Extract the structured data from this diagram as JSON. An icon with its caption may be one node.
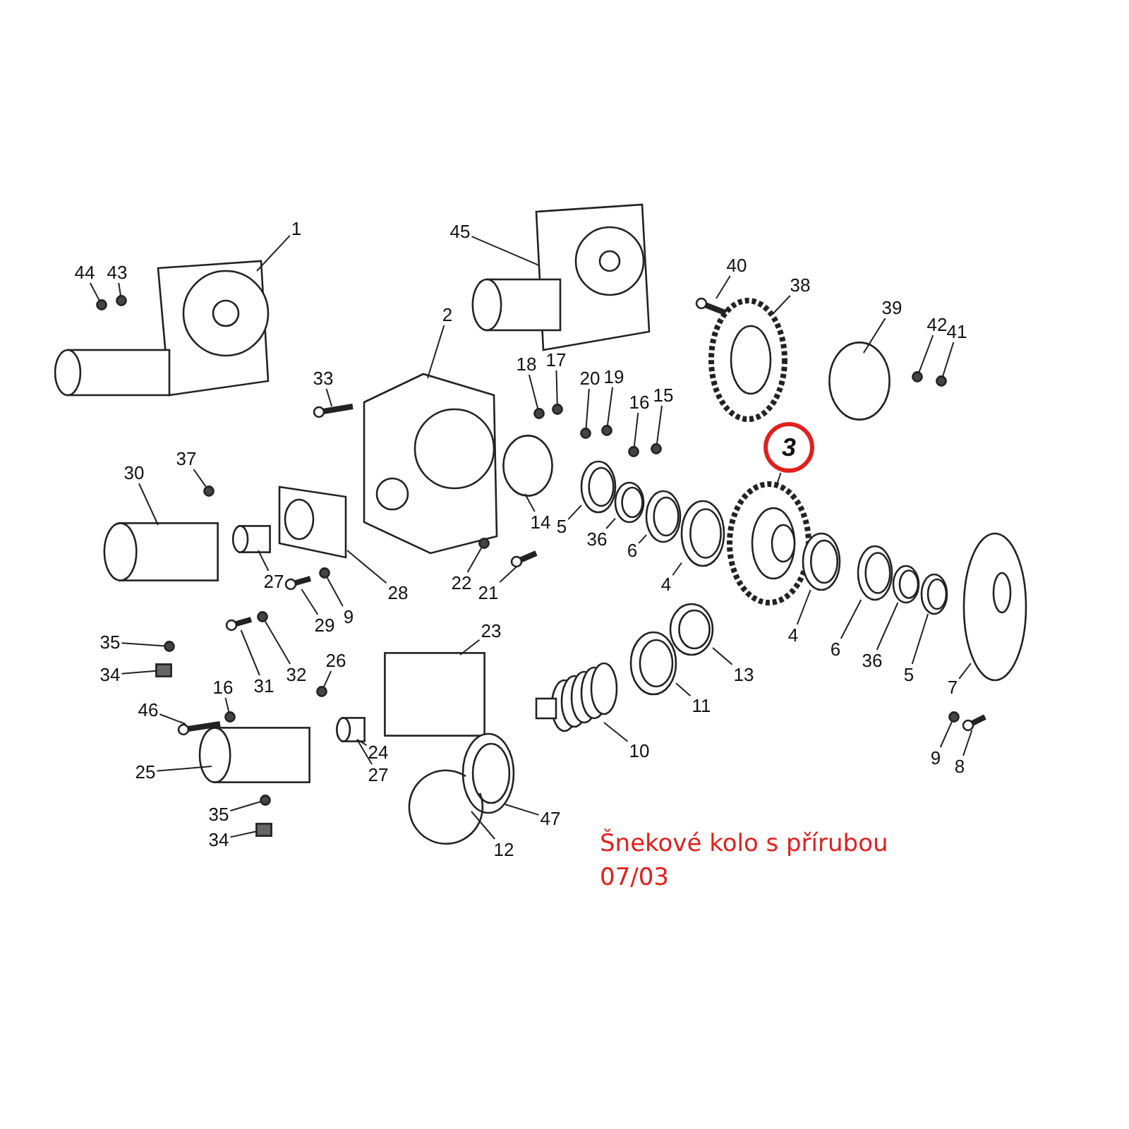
{
  "diagram": {
    "nodes": [
      {
        "text": [
          "1"
        ]
      },
      {
        "text": [
          "44"
        ]
      },
      {
        "text": [
          "43"
        ]
      },
      {
        "text": [
          "45"
        ]
      },
      {
        "text": [
          "40"
        ]
      },
      {
        "text": [
          "38"
        ]
      },
      {
        "text": [
          "39"
        ]
      },
      {
        "text": [
          "42"
        ]
      },
      {
        "text": [
          "41"
        ]
      },
      {
        "text": [
          "2"
        ]
      },
      {
        "text": [
          "33"
        ]
      },
      {
        "text": [
          "18"
        ]
      },
      {
        "text": [
          "17"
        ]
      },
      {
        "text": [
          "20"
        ]
      },
      {
        "text": [
          "19"
        ]
      },
      {
        "text": [
          "16"
        ]
      },
      {
        "text": [
          "15"
        ]
      },
      {
        "text": [
          "3"
        ]
      },
      {
        "text": [
          "37"
        ]
      },
      {
        "text": [
          "30"
        ]
      },
      {
        "text": [
          "14"
        ]
      },
      {
        "text": [
          "5"
        ]
      },
      {
        "text": [
          "36"
        ]
      },
      {
        "text": [
          "6"
        ]
      },
      {
        "text": [
          "4"
        ]
      },
      {
        "text": [
          "27"
        ]
      },
      {
        "text": [
          "28"
        ]
      },
      {
        "text": [
          "22"
        ]
      },
      {
        "text": [
          "21"
        ]
      },
      {
        "text": [
          "29"
        ]
      },
      {
        "text": [
          "9"
        ]
      },
      {
        "text": [
          "35"
        ]
      },
      {
        "text": [
          "34"
        ]
      },
      {
        "text": [
          "31"
        ]
      },
      {
        "text": [
          "32"
        ]
      },
      {
        "text": [
          "4"
        ]
      },
      {
        "text": [
          "6"
        ]
      },
      {
        "text": [
          "36"
        ]
      },
      {
        "text": [
          "5"
        ]
      },
      {
        "text": [
          "7"
        ]
      },
      {
        "text": [
          "13"
        ]
      },
      {
        "text": [
          "11"
        ]
      },
      {
        "text": [
          "23"
        ]
      },
      {
        "text": [
          "26"
        ]
      },
      {
        "text": [
          "16"
        ]
      },
      {
        "text": [
          "46"
        ]
      },
      {
        "text": [
          "24"
        ]
      },
      {
        "text": [
          "27"
        ]
      },
      {
        "text": [
          "10"
        ]
      },
      {
        "text": [
          "25"
        ]
      },
      {
        "text": [
          "9"
        ]
      },
      {
        "text": [
          "8"
        ]
      },
      {
        "text": [
          "47"
        ]
      },
      {
        "text": [
          "35"
        ]
      },
      {
        "text": [
          "34"
        ]
      },
      {
        "text": [
          "12"
        ]
      },
      {
        "text": [],
        "shape": "picture"
      },
      {
        "text": [],
        "shape": "circle"
      },
      {
        "text": [],
        "shape": "circle"
      },
      {
        "text": [],
        "shape": "picture"
      },
      {
        "text": [],
        "shape": "picture"
      },
      {
        "text": [],
        "shape": "picture"
      },
      {
        "text": [],
        "shape": "circle"
      },
      {
        "text": [],
        "shape": "circle"
      },
      {
        "text": [],
        "shape": "circle"
      },
      {
        "text": [],
        "shape": "picture"
      },
      {
        "text": [],
        "shape": "picture"
      },
      {
        "text": [],
        "shape": "circle"
      },
      {
        "text": [],
        "shape": "circle"
      },
      {
        "text": [],
        "shape": "circle"
      },
      {
        "text": [],
        "shape": "circle"
      },
      {
        "text": [],
        "shape": "circle"
      },
      {
        "text": [],
        "shape": "circle"
      },
      {
        "text": [],
        "shape": "picture"
      },
      {
        "text": [],
        "shape": "circle"
      },
      {
        "text": [],
        "shape": "cylinder"
      },
      {
        "text": [],
        "shape": "circle"
      },
      {
        "text": [],
        "shape": "picture"
      },
      {
        "text": [],
        "shape": "picture"
      },
      {
        "text": [],
        "shape": "picture"
      },
      {
        "text": [],
        "shape": "picture"
      },
      {
        "text": [],
        "shape": "cylinder"
      },
      {
        "text": [],
        "shape": "picture"
      },
      {
        "text": [],
        "shape": "circle"
      },
      {
        "text": [],
        "shape": "picture"
      },
      {
        "text": [],
        "shape": "picture"
      },
      {
        "text": [],
        "shape": "circle"
      },
      {
        "text": [],
        "shape": "circle"
      },
      {
        "text": [],
        "shape": "box"
      },
      {
        "text": [],
        "shape": "picture"
      },
      {
        "text": [],
        "shape": "circle"
      },
      {
        "text": [],
        "shape": "picture"
      },
      {
        "text": [],
        "shape": "picture"
      },
      {
        "text": [],
        "shape": "picture"
      },
      {
        "text": [],
        "shape": "picture"
      },
      {
        "text": [],
        "shape": "picture"
      },
      {
        "text": [],
        "shape": "picture"
      },
      {
        "text": [],
        "shape": "picture"
      },
      {
        "text": [],
        "shape": "box"
      },
      {
        "text": [],
        "shape": "circle"
      },
      {
        "text": [],
        "shape": "circle"
      },
      {
        "text": [],
        "shape": "picture"
      },
      {
        "text": [],
        "shape": "cylinder"
      },
      {
        "text": [],
        "shape": "picture"
      },
      {
        "text": [],
        "shape": "cylinder"
      },
      {
        "text": [],
        "shape": "circle"
      },
      {
        "text": [],
        "shape": "picture"
      },
      {
        "text": [],
        "shape": "picture"
      },
      {
        "text": [],
        "shape": "circle"
      },
      {
        "text": [],
        "shape": "box"
      },
      {
        "text": [],
        "shape": "picture"
      }
    ],
    "edges": [
      {
        "from": 0,
        "to": 56,
        "arrow": "none"
      },
      {
        "from": 1,
        "to": 57,
        "arrow": "none"
      },
      {
        "from": 2,
        "to": 58,
        "arrow": "none"
      },
      {
        "from": 3,
        "to": 59,
        "arrow": "none"
      },
      {
        "from": 4,
        "to": 60,
        "arrow": "none"
      },
      {
        "from": 5,
        "to": 61,
        "arrow": "none"
      },
      {
        "from": 6,
        "to": 62,
        "arrow": "none"
      },
      {
        "from": 7,
        "to": 63,
        "arrow": "none"
      },
      {
        "from": 8,
        "to": 64,
        "arrow": "none"
      },
      {
        "from": 9,
        "to": 65,
        "arrow": "none"
      },
      {
        "from": 10,
        "to": 66,
        "arrow": "none"
      },
      {
        "from": 11,
        "to": 67,
        "arrow": "none"
      },
      {
        "from": 12,
        "to": 68,
        "arrow": "none"
      },
      {
        "from": 13,
        "to": 69,
        "arrow": "none"
      },
      {
        "from": 14,
        "to": 70,
        "arrow": "none"
      },
      {
        "from": 15,
        "to": 71,
        "arrow": "none"
      },
      {
        "from": 16,
        "to": 72,
        "arrow": "none"
      },
      {
        "from": 17,
        "to": 73,
        "arrow": "none"
      },
      {
        "from": 18,
        "to": 74,
        "arrow": "none"
      },
      {
        "from": 19,
        "to": 75,
        "arrow": "none"
      },
      {
        "from": 20,
        "to": 76,
        "arrow": "none"
      },
      {
        "from": 21,
        "to": 77,
        "arrow": "none"
      },
      {
        "from": 22,
        "to": 78,
        "arrow": "none"
      },
      {
        "from": 23,
        "to": 79,
        "arrow": "none"
      },
      {
        "from": 24,
        "to": 80,
        "arrow": "none"
      },
      {
        "from": 25,
        "to": 81,
        "arrow": "none"
      },
      {
        "from": 26,
        "to": 82,
        "arrow": "none"
      },
      {
        "from": 27,
        "to": 83,
        "arrow": "none"
      },
      {
        "from": 28,
        "to": 84,
        "arrow": "none"
      },
      {
        "from": 29,
        "to": 85,
        "arrow": "none"
      },
      {
        "from": 30,
        "to": 86,
        "arrow": "none"
      },
      {
        "from": 31,
        "to": 87,
        "arrow": "none"
      },
      {
        "from": 32,
        "to": 88,
        "arrow": "none"
      },
      {
        "from": 33,
        "to": 89,
        "arrow": "none"
      },
      {
        "from": 34,
        "to": 90,
        "arrow": "none"
      },
      {
        "from": 35,
        "to": 91,
        "arrow": "none"
      },
      {
        "from": 36,
        "to": 92,
        "arrow": "none"
      },
      {
        "from": 37,
        "to": 93,
        "arrow": "none"
      },
      {
        "from": 38,
        "to": 94,
        "arrow": "none"
      },
      {
        "from": 39,
        "to": 95,
        "arrow": "none"
      },
      {
        "from": 40,
        "to": 96,
        "arrow": "none"
      },
      {
        "from": 41,
        "to": 97,
        "arrow": "none"
      },
      {
        "from": 42,
        "to": 98,
        "arrow": "none"
      },
      {
        "from": 43,
        "to": 99,
        "arrow": "none"
      },
      {
        "from": 44,
        "to": 100,
        "arrow": "none"
      },
      {
        "from": 45,
        "to": 101,
        "arrow": "none"
      },
      {
        "from": 46,
        "to": 102,
        "arrow": "none"
      },
      {
        "from": 47,
        "to": 102,
        "arrow": "none"
      },
      {
        "from": 48,
        "to": 103,
        "arrow": "none"
      },
      {
        "from": 49,
        "to": 104,
        "arrow": "none"
      },
      {
        "from": 50,
        "to": 105,
        "arrow": "none"
      },
      {
        "from": 51,
        "to": 106,
        "arrow": "none"
      },
      {
        "from": 52,
        "to": 107,
        "arrow": "none"
      },
      {
        "from": 53,
        "to": 108,
        "arrow": "none"
      },
      {
        "from": 54,
        "to": 109,
        "arrow": "none"
      },
      {
        "from": 55,
        "to": 110,
        "arrow": "none"
      }
    ],
    "labels": [
      "Šnekové kolo s přírubou",
      "07/03"
    ]
  }
}
